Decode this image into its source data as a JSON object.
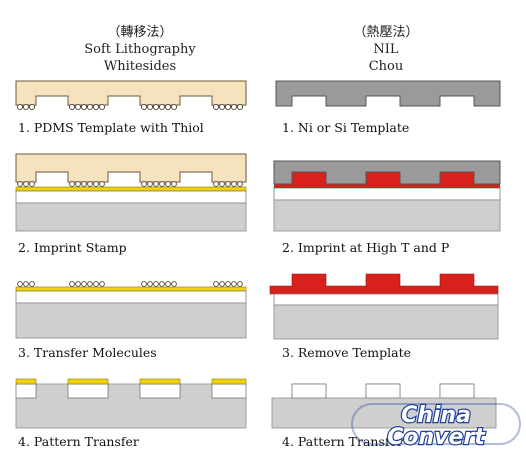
{
  "left_column": {
    "header_cn": "（轉移法）",
    "header_title": "Soft Lithography",
    "header_author": "Whitesides",
    "steps": [
      "1. PDMS Template with Thiol",
      "2. Imprint Stamp",
      "3. Transfer Molecules",
      "4. Pattern Transfer"
    ]
  },
  "right_column": {
    "header_cn": "（熱壓法）",
    "header_title": "NIL",
    "header_author": "Chou",
    "steps": [
      "1. Ni or Si Template",
      "2. Imprint at High T and P",
      "3. Remove Template",
      "4. Pattern Transfer"
    ]
  },
  "watermark": {
    "line1": "China",
    "line2": "Convert"
  },
  "colors": {
    "pdms": "#f6e3bd",
    "thiol_outline": "#6b5a3a",
    "gold_layer": "#f2d200",
    "white_layer": "#ffffff",
    "substrate": "#cfcfcf",
    "template_gray": "#9a9a9a",
    "resist_red": "#d8201c",
    "logo_blue": "#1f3f9a"
  }
}
